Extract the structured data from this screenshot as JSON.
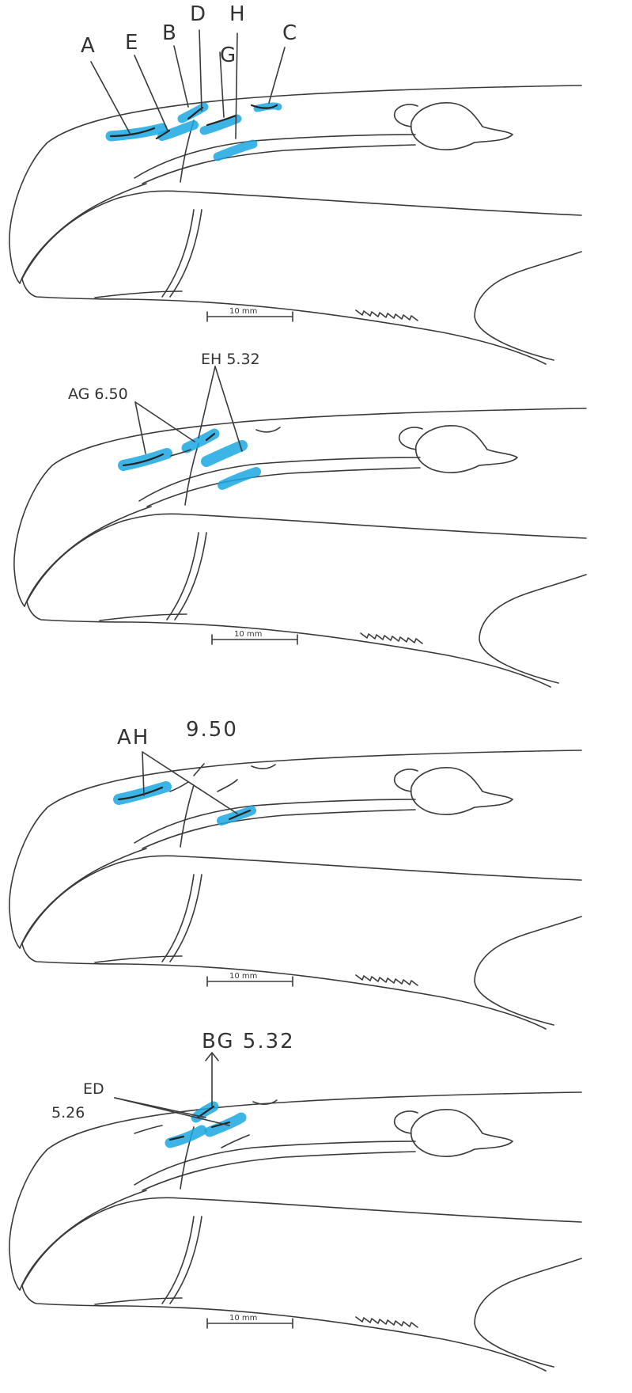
{
  "colors": {
    "highlight": "#1aa7e0",
    "ink": "#3a3a3a",
    "paper": "#ffffff"
  },
  "panels": [
    {
      "labels": {
        "A": "A",
        "E": "E",
        "B": "B",
        "D": "D",
        "H": "H",
        "G": "G",
        "C": "C"
      },
      "scale_bar": "10 mm"
    },
    {
      "annotation_1": "AG 6.50",
      "annotation_2": "EH 5.32",
      "scale_bar": "10 mm"
    },
    {
      "annotation_1": "AH",
      "annotation_2": "9.50",
      "scale_bar": "10 mm"
    },
    {
      "annotation_1": "ED",
      "annotation_1_value": "5.26",
      "annotation_2": "BG 5.32",
      "scale_bar": "10 mm"
    }
  ]
}
